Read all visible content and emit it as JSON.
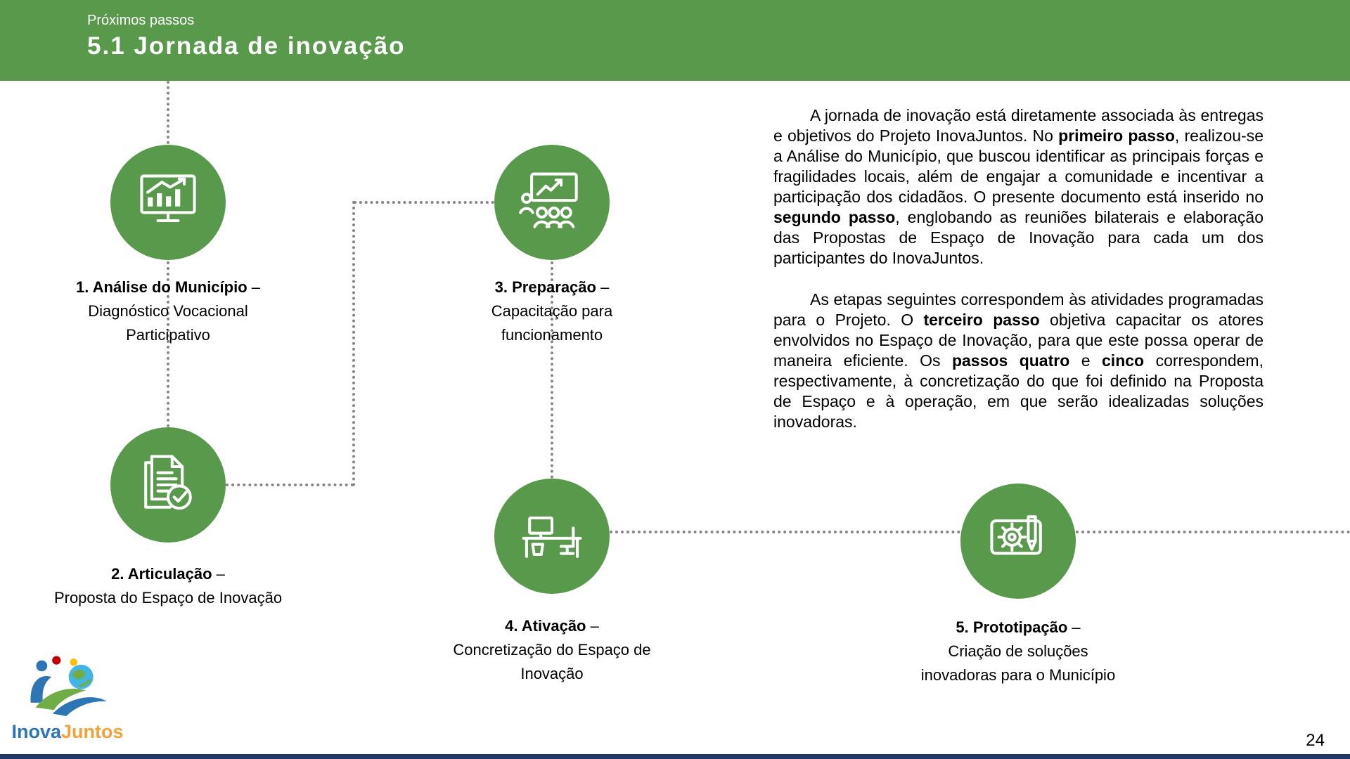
{
  "colors": {
    "header_green": "#58994B",
    "circle_green": "#58994B",
    "connector_gray": "#858585",
    "bottom_bar_navy": "#1F3864",
    "logo_blue": "#2E75B6",
    "logo_orange": "#F2A23A"
  },
  "header": {
    "kicker": "Próximos passos",
    "title": "5.1 Jornada de inovação"
  },
  "steps": [
    {
      "title": "1. Análise do Município",
      "dash": " –",
      "lines": [
        "Diagnóstico Vocacional",
        "Participativo"
      ],
      "icon": "monitor-analytics-icon"
    },
    {
      "title": "2. Articulação",
      "dash": " –",
      "lines": [
        "Proposta do Espaço de Inovação"
      ],
      "icon": "document-check-icon"
    },
    {
      "title": "3. Preparação",
      "dash": " –",
      "lines": [
        "Capacitação para",
        "funcionamento"
      ],
      "icon": "training-presentation-icon"
    },
    {
      "title": "4. Ativação",
      "dash": " –",
      "lines": [
        "Concretização do Espaço de",
        "Inovação"
      ],
      "icon": "workspace-desk-icon"
    },
    {
      "title": "5. Prototipação",
      "dash": " –",
      "lines": [
        "Criação de soluções",
        "inovadoras para o Município"
      ],
      "icon": "blueprint-gear-pencil-icon"
    }
  ],
  "article": {
    "p1": {
      "r0": "A jornada de inovação está diretamente associada às entregas e objetivos do Projeto InovaJuntos. No ",
      "r1": "primeiro passo",
      "r2": ", realizou-se a Análise do Município, que buscou identificar as principais forças e fragilidades locais, além de engajar a comunidade e incentivar a participação dos cidadãos. O presente documento está inserido no ",
      "r3": "segundo passo",
      "r4": ", englobando as reuniões bilaterais e elaboração das Propostas de Espaço de Inovação para cada um dos participantes do InovaJuntos."
    },
    "p2": {
      "r0": "As etapas seguintes correspondem às atividades programadas para o Projeto. O ",
      "r1": "terceiro passo",
      "r2": " objetiva capacitar os atores envolvidos no Espaço de Inovação, para que este possa operar de maneira eficiente. Os ",
      "r3": "passos quatro",
      "r4": " e ",
      "r5": "cinco",
      "r6": " correspondem, respectivamente, à concretização do que foi definido na Proposta de Espaço e à operação, em que serão idealizadas soluções inovadoras."
    }
  },
  "footer": {
    "logo_inova": "Inova",
    "logo_juntos": "Juntos",
    "page_number": "24"
  }
}
